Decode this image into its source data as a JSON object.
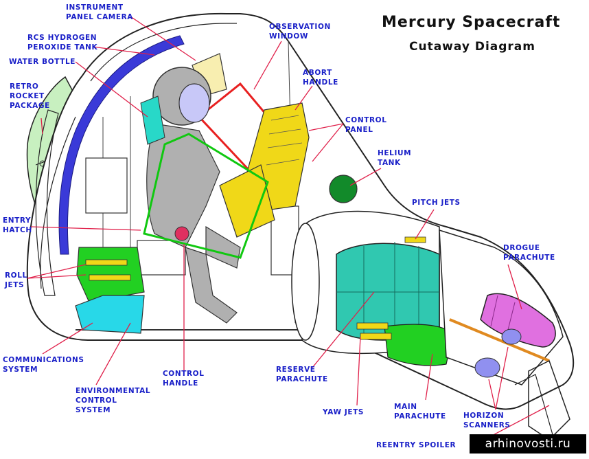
{
  "diagram": {
    "title": "Mercury Spacecraft",
    "subtitle": "Cutaway Diagram",
    "watermark": "arhinovosti.ru",
    "label_color": "#1a20c8",
    "leader_color": "#e0204a",
    "labels": {
      "instrument_panel_camera": "INSTRUMENT\nPANEL CAMERA",
      "rcs_tank": "RCS HYDROGEN\nPEROXIDE TANK",
      "water_bottle": "WATER BOTTLE",
      "retro_rocket": "RETRO\nROCKET\nPACKAGE",
      "observation_window": "OBSERVATION\nWINDOW",
      "abort_handle": "ABORT\nHANDLE",
      "control_panel": "CONTROL\nPANEL",
      "helium_tank": "HELIUM\nTANK",
      "pitch_jets": "PITCH JETS",
      "drogue_parachute": "DROGUE\nPARACHUTE",
      "entry_hatch": "ENTRY\nHATCH",
      "roll_jets": "ROLL\nJETS",
      "communications_system": "COMMUNICATIONS\nSYSTEM",
      "environmental_control": "ENVIRONMENTAL\nCONTROL\nSYSTEM",
      "control_handle": "CONTROL\nHANDLE",
      "reserve_parachute": "RESERVE\nPARACHUTE",
      "yaw_jets": "YAW JETS",
      "main_parachute": "MAIN\nPARACHUTE",
      "horizon_scanners": "HORIZON\nSCANNERS",
      "reentry_spoiler": "REENTRY SPOILER"
    },
    "colors": {
      "heat_shield": "#3a3ad8",
      "retro_package": "#c8f0c0",
      "roll_jets": "#22d022",
      "communications": "#28d8e8",
      "instrument_camera": "#f8eeb0",
      "observation_window": "#e82020",
      "control_panel": "#f0d818",
      "green_frame": "#10c810",
      "helium_tank": "#128a2a",
      "reserve_parachute": "#30c8b0",
      "main_parachute": "#22d022",
      "drogue_parachute": "#e070e0",
      "horizon_scanners": "#9090f0",
      "pilot_suit": "#b0b0b0",
      "helmet_visor": "#c8c8f8"
    }
  }
}
